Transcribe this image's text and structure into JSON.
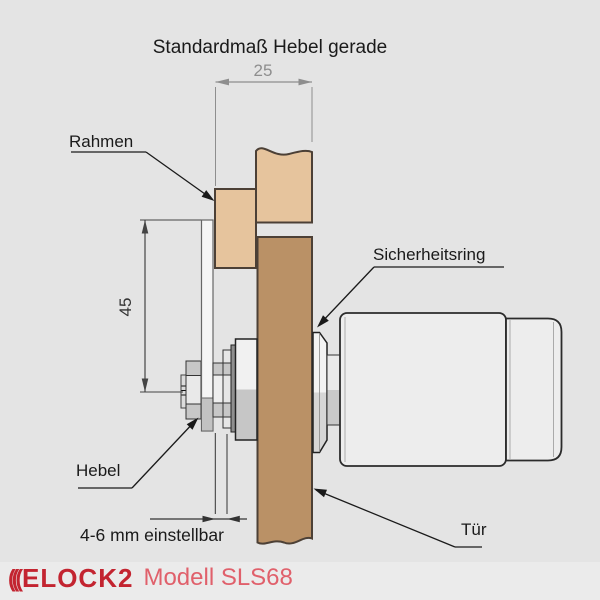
{
  "diagram": {
    "title": "Standardmaß Hebel gerade",
    "dimensions": {
      "frame_depth": "25",
      "lever_length": "45",
      "adjust_range": "4-6 mm einstellbar"
    },
    "labels": {
      "frame": "Rahmen",
      "security_ring": "Sicherheitsring",
      "lever": "Hebel",
      "door": "Tür"
    }
  },
  "footer": {
    "waves_glyph": "(((",
    "brand": "ELOCK2",
    "model": "Modell SLS68"
  },
  "colors": {
    "background": "#e4e4e4",
    "footer_band": "#ebebeb",
    "frame_tan": "#e6c49d",
    "door_brown": "#ba9166",
    "brand_red": "#c32430",
    "model_red": "#e0606b",
    "dim_gray": "#8e8e8e",
    "line_black": "#1a1a1a"
  }
}
